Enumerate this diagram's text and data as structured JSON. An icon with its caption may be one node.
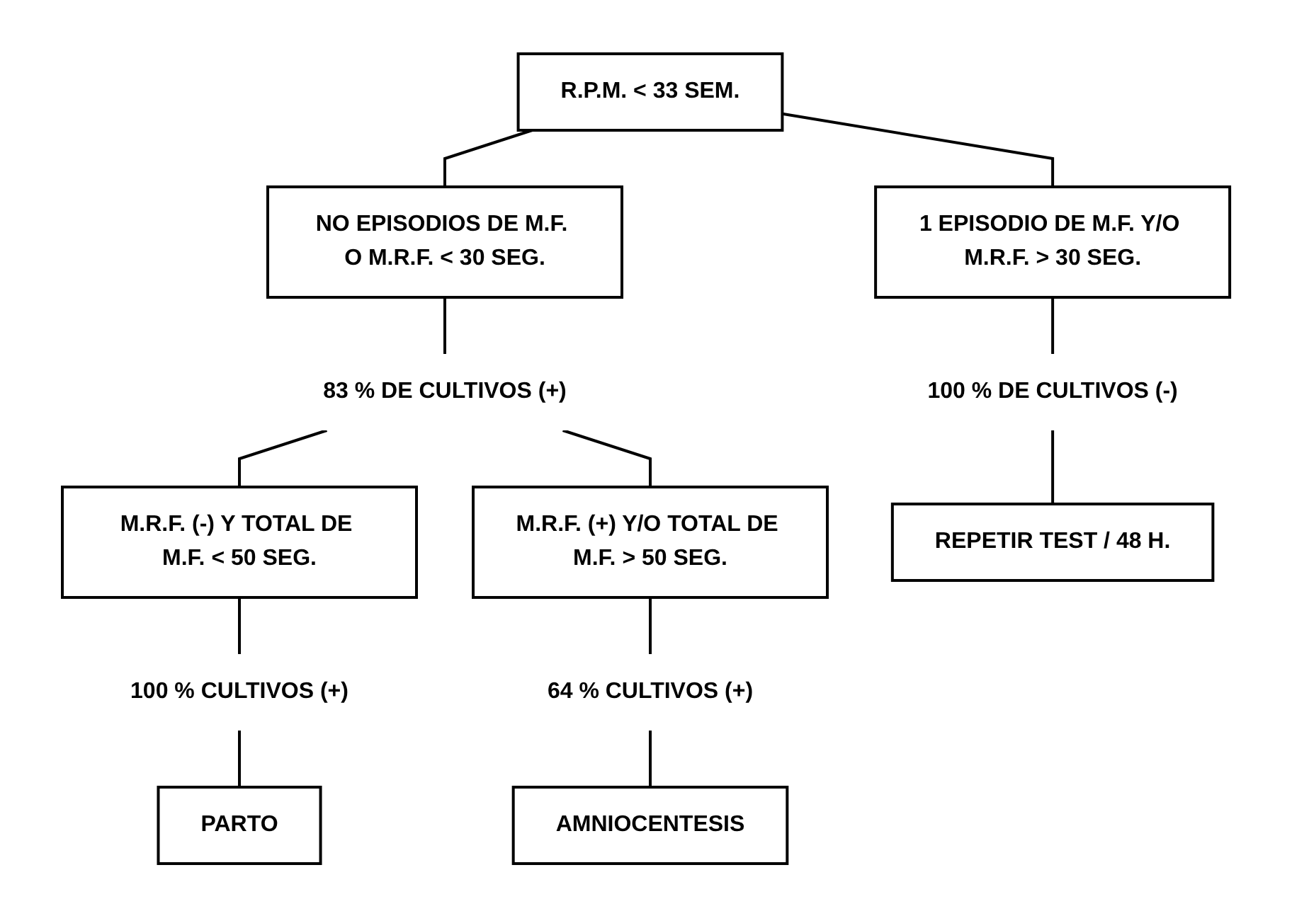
{
  "diagram": {
    "nodes": [
      {
        "text": [
          "R.P.M. < 33 SEM."
        ]
      },
      {
        "text": [
          "NO EPISODIOS DE M.F. O M.R.F. < 30 SEG."
        ]
      },
      {
        "text": [
          "1 EPISODIO DE M.F. Y/O M.R.F. > 30 SEG."
        ]
      },
      {
        "text": [
          "83 % DE CULTIVOS (+)"
        ]
      },
      {
        "text": [
          "100 % DE CULTIVOS (-)"
        ]
      },
      {
        "text": [
          "M.R.F. (-) Y TOTAL DE M.F. < 50 SEG."
        ]
      },
      {
        "text": [
          "M.R.F. (+) Y/O TOTAL DE M.F. > 50 SEG."
        ]
      },
      {
        "text": [
          "REPETIR TEST / 48 H."
        ]
      },
      {
        "text": [
          "100 % CULTIVOS (+)"
        ]
      },
      {
        "text": [
          "64 % CULTIVOS (+)"
        ]
      },
      {
        "text": [
          "PARTO"
        ]
      },
      {
        "text": [
          "AMNIOCENTESIS"
        ]
      }
    ],
    "edges": [
      {
        "from": 0,
        "to": 1,
        "arrow": "none"
      },
      {
        "from": 0,
        "to": 2,
        "arrow": "none"
      },
      {
        "from": 1,
        "to": 3,
        "arrow": "none"
      },
      {
        "from": 2,
        "to": 4,
        "arrow": "none"
      },
      {
        "from": 3,
        "to": 5,
        "arrow": "none"
      },
      {
        "from": 3,
        "to": 6,
        "arrow": "none"
      },
      {
        "from": 4,
        "to": 7,
        "arrow": "none"
      },
      {
        "from": 5,
        "to": 8,
        "arrow": "none"
      },
      {
        "from": 6,
        "to": 9,
        "arrow": "none"
      },
      {
        "from": 8,
        "to": 10,
        "arrow": "none"
      },
      {
        "from": 9,
        "to": 11,
        "arrow": "none"
      }
    ]
  }
}
